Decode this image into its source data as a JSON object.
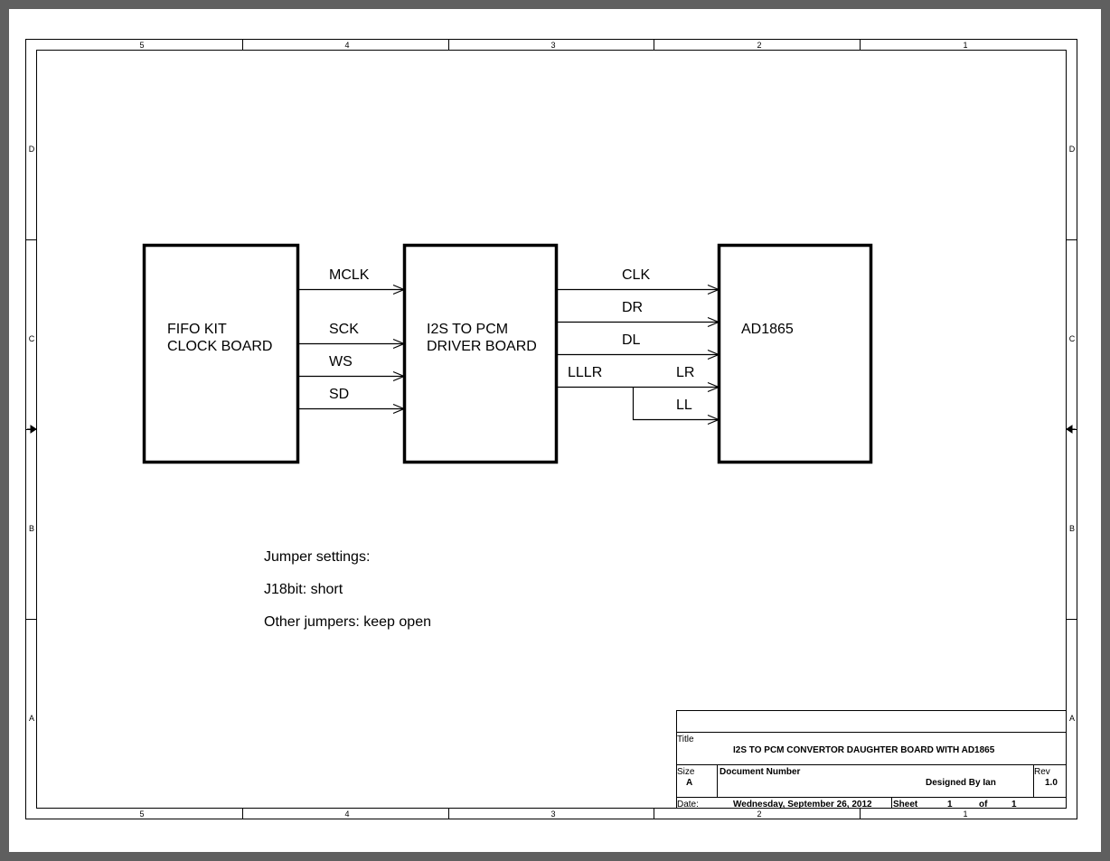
{
  "border": {
    "columns": [
      "5",
      "4",
      "3",
      "2",
      "1"
    ],
    "rows": [
      "D",
      "C",
      "B",
      "A"
    ]
  },
  "blocks": {
    "fifo": [
      "FIFO KIT",
      "CLOCK BOARD"
    ],
    "driver": [
      "I2S TO PCM",
      "DRIVER BOARD"
    ],
    "dac": [
      "AD1865"
    ]
  },
  "signals": {
    "mclk": "MCLK",
    "sck": "SCK",
    "ws": "WS",
    "sd": "SD",
    "clk": "CLK",
    "dr": "DR",
    "dl": "DL",
    "lllr": "LLLR",
    "lr": "LR",
    "ll": "LL"
  },
  "notes": [
    "Jumper settings:",
    "J18bit: short",
    "Other jumpers: keep open"
  ],
  "title_block": {
    "title_label": "Title",
    "title": "I2S TO PCM CONVERTOR DAUGHTER BOARD WITH AD1865",
    "size_label": "Size",
    "size": "A",
    "doc_number_label": "Document Number",
    "designed_by": "Designed By Ian",
    "rev_label": "Rev",
    "rev": "1.0",
    "date_label": "Date:",
    "date": "Wednesday, September 26, 2012",
    "sheet_label": "Sheet",
    "sheet": "1",
    "of_label": "of",
    "sheet_total": "1"
  }
}
